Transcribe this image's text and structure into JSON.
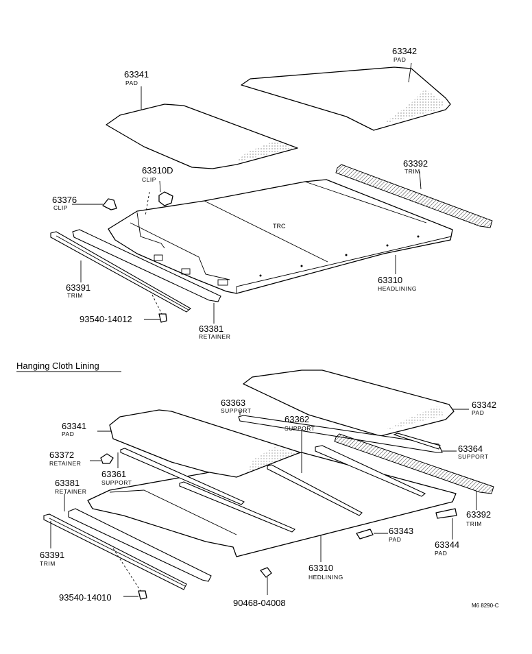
{
  "diagram": {
    "section_title": "Hanging Cloth Lining",
    "ref_code": "M6 8290-C",
    "top_parts": [
      {
        "id": "t-63342",
        "number": "63342",
        "name": "PAD"
      },
      {
        "id": "t-63341",
        "number": "63341",
        "name": "PAD"
      },
      {
        "id": "t-63310d",
        "number": "63310D",
        "name": "CLIP"
      },
      {
        "id": "t-63376",
        "number": "63376",
        "name": "CLIP"
      },
      {
        "id": "t-63392",
        "number": "63392",
        "name": "TRIM"
      },
      {
        "id": "t-63391",
        "number": "63391",
        "name": "TRIM"
      },
      {
        "id": "t-63310",
        "number": "63310",
        "name": "HEADLINING"
      },
      {
        "id": "t-93540-14012",
        "number": "93540-14012",
        "name": ""
      },
      {
        "id": "t-63381",
        "number": "63381",
        "name": "RETAINER"
      }
    ],
    "bottom_parts": [
      {
        "id": "b-63363",
        "number": "63363",
        "name": "SUPPORT"
      },
      {
        "id": "b-63342",
        "number": "63342",
        "name": "PAD"
      },
      {
        "id": "b-63341",
        "number": "63341",
        "name": "PAD"
      },
      {
        "id": "b-63362",
        "number": "63362",
        "name": "SUPPORT"
      },
      {
        "id": "b-63364",
        "number": "63364",
        "name": "SUPPORT"
      },
      {
        "id": "b-63372",
        "number": "63372",
        "name": "RETAINER"
      },
      {
        "id": "b-63361",
        "number": "63361",
        "name": "SUPPORT"
      },
      {
        "id": "b-63381",
        "number": "63381",
        "name": "RETAINER"
      },
      {
        "id": "b-63392",
        "number": "63392",
        "name": "TRIM"
      },
      {
        "id": "b-63343",
        "number": "63343",
        "name": "PAD"
      },
      {
        "id": "b-63344",
        "number": "63344",
        "name": "PAD"
      },
      {
        "id": "b-63391",
        "number": "63391",
        "name": "TRIM"
      },
      {
        "id": "b-63310",
        "number": "63310",
        "name": "HEDLINING"
      },
      {
        "id": "b-93540-14010",
        "number": "93540-14010",
        "name": ""
      },
      {
        "id": "b-90468-04008",
        "number": "90468-04008",
        "name": ""
      }
    ]
  }
}
